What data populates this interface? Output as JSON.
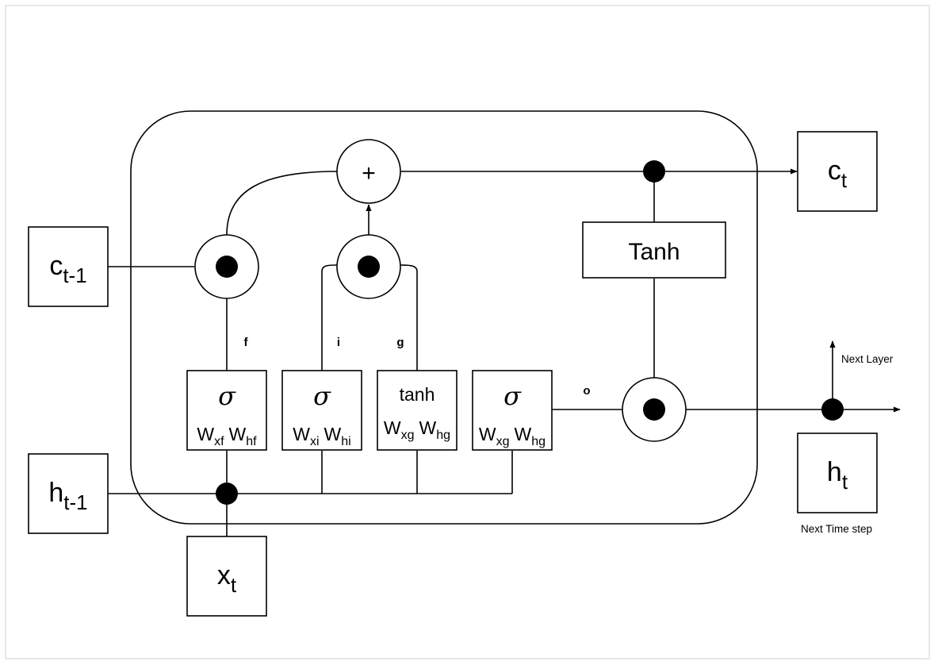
{
  "inputs": {
    "c_prev": {
      "base": "c",
      "sub": "t-1"
    },
    "h_prev": {
      "base": "h",
      "sub": "t-1"
    },
    "x_t": {
      "base": "x",
      "sub": "t"
    }
  },
  "outputs": {
    "c_t": {
      "base": "c",
      "sub": "t"
    },
    "h_t": {
      "base": "h",
      "sub": "t"
    }
  },
  "gates": [
    {
      "id": "forget",
      "func": "σ",
      "w1": {
        "base": "W",
        "sub": "xf"
      },
      "w2": {
        "base": "W",
        "sub": "hf"
      },
      "label": "f"
    },
    {
      "id": "input",
      "func": "σ",
      "w1": {
        "base": "W",
        "sub": "xi"
      },
      "w2": {
        "base": "W",
        "sub": "hi"
      },
      "label": "i"
    },
    {
      "id": "candidate",
      "func": "tanh",
      "w1": {
        "base": "W",
        "sub": "xg"
      },
      "w2": {
        "base": "W",
        "sub": "hg"
      },
      "label": "g"
    },
    {
      "id": "output",
      "func": "σ",
      "w1": {
        "base": "W",
        "sub": "xg"
      },
      "w2": {
        "base": "W",
        "sub": "hg"
      },
      "label": "o"
    }
  ],
  "ops": {
    "add": "+",
    "tanh_box": "Tanh"
  },
  "notes": {
    "next_layer": "Next Layer",
    "next_time_step": "Next Time step"
  }
}
